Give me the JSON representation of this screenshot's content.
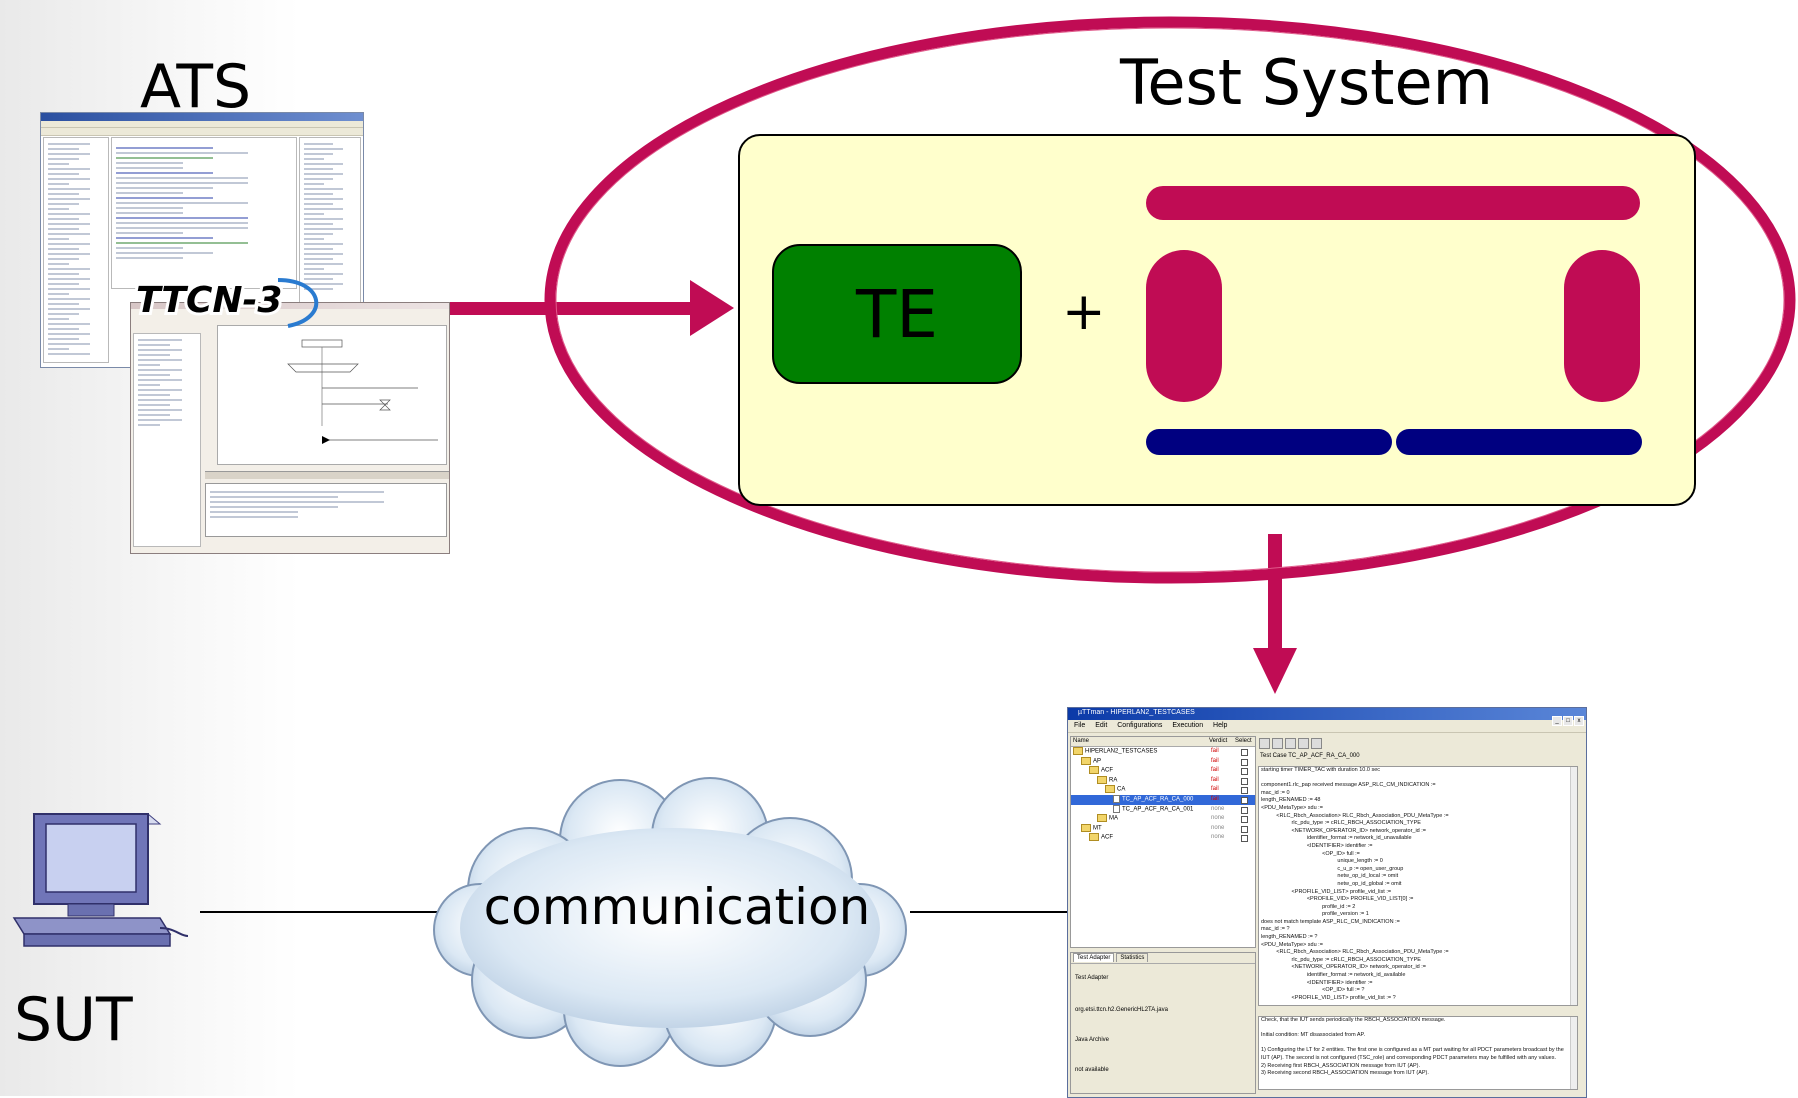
{
  "labels": {
    "ats": "ATS",
    "sut": "SUT",
    "test_system": "Test System",
    "te": "TE",
    "plus": "+",
    "communication": "communication"
  },
  "ttcn3_logo": "TTCN-3",
  "colors": {
    "crimson": "#c00c54",
    "navy": "#000080",
    "te_green": "#008000",
    "test_system_fill": "#ffffcc",
    "cloud": "#dce9f5"
  },
  "icons": [
    "computer-icon",
    "cloud-icon",
    "arrow-right-icon",
    "arrow-down-icon"
  ],
  "tool": {
    "title": "µTTman - HIPERLAN2_TESTCASES",
    "menu": [
      "File",
      "Edit",
      "Configurations",
      "Execution",
      "Help"
    ],
    "tree_headers": {
      "name": "Name",
      "verdict": "Verdict",
      "select": "Select"
    },
    "tree": [
      {
        "name": "HIPERLAN2_TESTCASES",
        "verdict": "fail",
        "type": "folder",
        "indent": 0
      },
      {
        "name": "AP",
        "verdict": "fail",
        "type": "folder",
        "indent": 1
      },
      {
        "name": "ACF",
        "verdict": "fail",
        "type": "folder",
        "indent": 2
      },
      {
        "name": "RA",
        "verdict": "fail",
        "type": "folder",
        "indent": 3
      },
      {
        "name": "CA",
        "verdict": "fail",
        "type": "folder",
        "indent": 4
      },
      {
        "name": "TC_AP_ACF_RA_CA_000",
        "verdict": "fail",
        "type": "doc",
        "indent": 5,
        "selected": true
      },
      {
        "name": "TC_AP_ACF_RA_CA_001",
        "verdict": "none",
        "type": "doc",
        "indent": 5
      },
      {
        "name": "MA",
        "verdict": "none",
        "type": "folder",
        "indent": 3
      },
      {
        "name": "MT",
        "verdict": "none",
        "type": "folder",
        "indent": 1
      },
      {
        "name": "ACF",
        "verdict": "none",
        "type": "folder",
        "indent": 2
      }
    ],
    "adapter_tabs": [
      "Test Adapter",
      "Statistics"
    ],
    "adapter_lines": [
      "Test Adapter",
      "org.etsi.ttcn.h2.GenericHL2TA.java",
      "Java Archive",
      "not available"
    ],
    "test_case": "Test Case TC_AP_ACF_RA_CA_000",
    "log_text": "starting timer TIMER_TAC with duration 10.0 sec\n\ncomponent1.rlc_pap received message ASP_RLC_CM_INDICATION :=\nmac_id := 0\nlength_RENAMED := 48\n<PDU_MetaType> sdu :=\n          <RLC_Rbch_Association> RLC_Rbch_Association_PDU_MetaType :=\n                    rlc_pdu_type := cRLC_RBCH_ASSOCIATION_TYPE\n                    <NETWORK_OPERATOR_ID> network_operator_id :=\n                              identifier_format := network_id_unavailable\n                              <IDENTIFIER> identifier :=\n                                        <OP_ID> full :=\n                                                  unique_length := 0\n                                                  c_u_p := open_user_group\n                                                  netw_op_id_local := omit\n                                                  netw_op_id_global := omit\n                    <PROFILE_VID_LIST> profile_vid_list :=\n                              <PROFILE_VID> PROFILE_VID_LIST[0] :=\n                                        profile_id := 2\n                                        profile_version := 1\ndoes not match template ASP_RLC_CM_INDICATION :=\nmac_id := ?\nlength_RENAMED := ?\n<PDU_MetaType> sdu :=\n          <RLC_Rbch_Association> RLC_Rbch_Association_PDU_MetaType :=\n                    rlc_pdu_type := cRLC_RBCH_ASSOCIATION_TYPE\n                    <NETWORK_OPERATOR_ID> network_operator_id :=\n                              identifier_format := network_id_available\n                              <IDENTIFIER> identifier :=\n                                        <OP_ID> full := ?\n                    <PROFILE_VID_LIST> profile_vid_list := ?",
    "desc_text": "Check, that the IUT sends periodically the RBCH_ASSOCIATION message.\n\nInitial condition: MT disassociated from AP.\n\n1) Configuring the LT for 2 entities. The first one is configured as a MT part waiting for all PDCT parameters broadcast by the\nIUT (AP). The second is not configured (TSC_role) and corresponding PDCT parameters may be fulfilled with any values.\n2) Receiving first RBCH_ASSOCIATION message from IUT (AP).\n3) Receiving second RBCH_ASSOCIATION message from IUT (AP)."
  }
}
